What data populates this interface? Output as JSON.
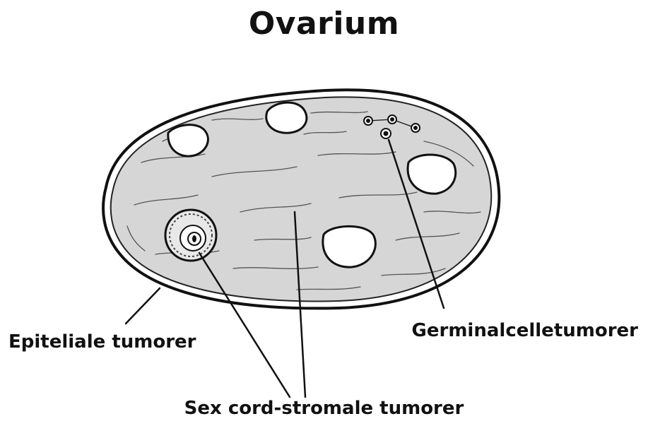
{
  "diagram": {
    "title": "Ovarium",
    "labels": {
      "epithelial": "Epiteliale tumorer",
      "germ_cell": "Germinalcelletumorer",
      "sex_cord": "Sex cord-stromale tumorer"
    },
    "colors": {
      "ovary_fill": "#d6d6d6",
      "outline": "#111111",
      "follicle_fill": "#ffffff"
    }
  }
}
